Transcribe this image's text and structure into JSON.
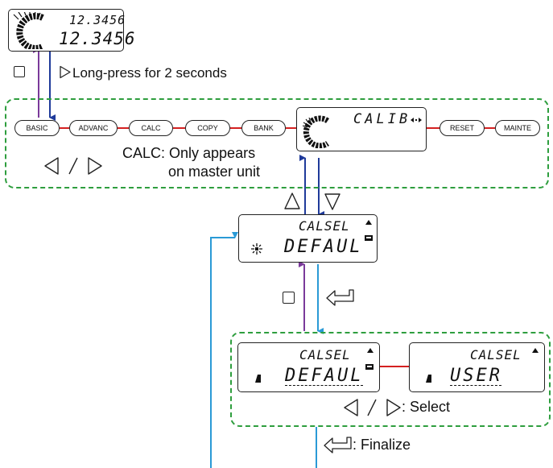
{
  "top_display": {
    "value_line1": "12.3456",
    "value_line2": "12.3456"
  },
  "long_press": {
    "label": "Long-press for 2 seconds"
  },
  "menu": {
    "items": [
      "BASIC",
      "ADVANC",
      "CALC",
      "COPY",
      "BANK",
      "RESET",
      "MAINTE"
    ],
    "lcd_text": "CALIB",
    "note_line1": "CALC: Only appears",
    "note_line2": "on master unit"
  },
  "calsel_display": {
    "line1": "CALSEL",
    "line2": "DEFAUL"
  },
  "select_box": {
    "left_line1": "CALSEL",
    "left_line2": "DEFAUL",
    "right_line1": "CALSEL",
    "right_line2": "USER",
    "select_label": ": Select"
  },
  "finalize": {
    "label": ": Finalize"
  },
  "colors": {
    "menu_border": "#2e9e3e",
    "connector": "#d42020",
    "arrow_down": "#1f3a9a",
    "arrow_up": "#7a3a9a",
    "return_line": "#2a9ad6"
  }
}
